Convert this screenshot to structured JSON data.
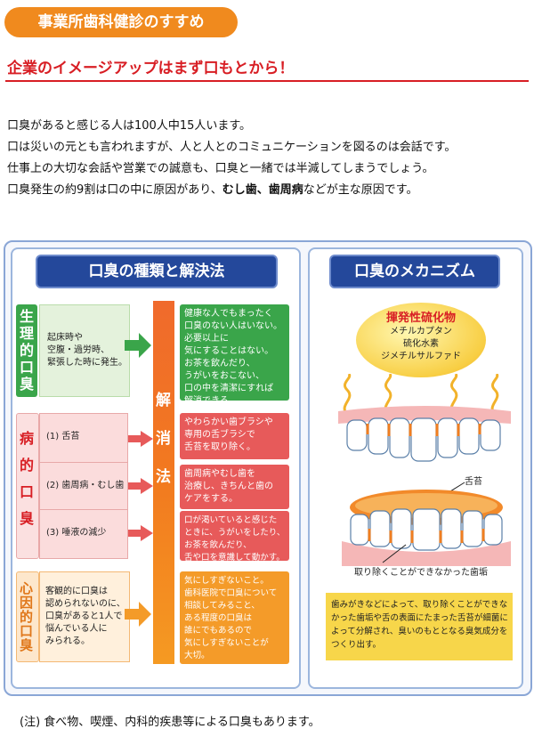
{
  "header": {
    "title": "事業所歯科健診のすすめ"
  },
  "subtitle": "企業のイメージアップはまず口もとから！",
  "intro": {
    "line1": "口臭があると感じる人は100人中15人います。",
    "line2": "口は災いの元とも言われますが、人と人とのコミュニケーションを図るのは会話です。",
    "line3": "仕事上の大切な会話や営業での誠意も、口臭と一緒では半減してしまうでしょう。",
    "line4_pre": "口臭発生の約9割は口の中に原因があり、",
    "line4_bold": "むし歯、歯周病",
    "line4_post": "などが主な原因です。"
  },
  "types_panel": {
    "title": "口臭の種類と解決法",
    "bar_label": "解消法",
    "physio": {
      "label": "生理的口臭",
      "cause": "起床時や\n空腹・過労時、\n緊張した時に発生。",
      "solution": "健康な人でもまったく\n口臭のない人はいない。\n必要以上に\n気にすることはない。\nお茶を飲んだり、\nうがいをおこない、\n口の中を清潔にすれば\n解消できる。"
    },
    "disease": {
      "label": "病的口臭",
      "causes": [
        "(1) 舌苔",
        "(2) 歯周病・むし歯",
        "(3) 唾液の減少"
      ],
      "solutions": [
        "やわらかい歯ブラシや\n専用の舌ブラシで\n舌苔を取り除く。",
        "歯周病やむし歯を\n治療し、きちんと歯の\nケアをする。",
        "口が渇いていると感じた\nときに、うがいをしたり、\nお茶を飲んだり、\n舌や口を意識して動かす。"
      ]
    },
    "psycho": {
      "label": "心因的口臭",
      "cause": "客観的に口臭は\n認められないのに、\n口臭があると1人で\n悩んでいる人に\nみられる。",
      "solution": "気にしすぎないこと。\n歯科医院で口臭について\n相談してみること、\nある程度の口臭は\n誰にでもあるので\n気にしすぎないことが\n大切。"
    }
  },
  "mechanism_panel": {
    "title": "口臭のメカニズム",
    "bubble_title": "揮発性硫化物",
    "compounds": [
      "メチルカプタン",
      "硫化水素",
      "ジメチルサルファド"
    ],
    "label_tongue_coating": "舌苔",
    "label_plaque": "取り除くことができなかった歯垢",
    "explanation": "歯みがきなどによって、取り除くことができな\nかった歯垢や舌の表面にたまった舌苔が細菌に\nよって分解され、臭いのもととなる臭気成分を\nつくり出す。"
  },
  "note": "(注) 食べ物、喫煙、内科的疾患等による口臭もあります。",
  "colors": {
    "orange": "#f08a1e",
    "red": "#d81e24",
    "navy": "#24489b",
    "green": "#3aa54a",
    "pink": "#e75a5a"
  }
}
